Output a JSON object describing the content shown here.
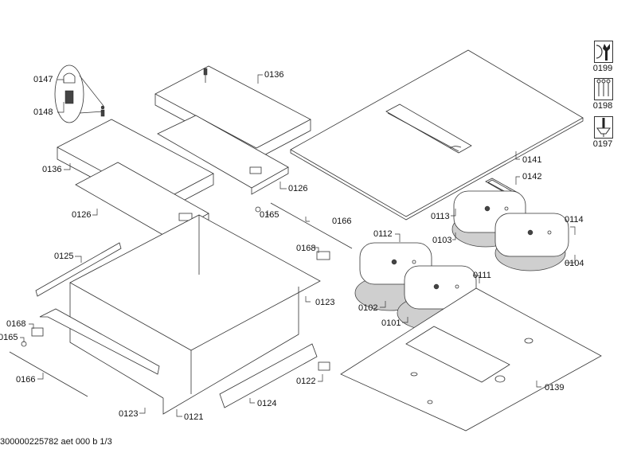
{
  "diagram": {
    "title": "Exploded parts diagram - induction hob",
    "footer_code": "300000225782 aet 000 b 1/3",
    "part_labels": [
      {
        "id": "p0147",
        "text": "0147"
      },
      {
        "id": "p0148",
        "text": "0148"
      },
      {
        "id": "p0136a",
        "text": "0136"
      },
      {
        "id": "p0136b",
        "text": "0136"
      },
      {
        "id": "p0126a",
        "text": "0126"
      },
      {
        "id": "p0126b",
        "text": "0126"
      },
      {
        "id": "p0165a",
        "text": "0165"
      },
      {
        "id": "p0166a",
        "text": "0166"
      },
      {
        "id": "p0168a",
        "text": "0168"
      },
      {
        "id": "p0125",
        "text": "0125"
      },
      {
        "id": "p0123a",
        "text": "0123"
      },
      {
        "id": "p0168b",
        "text": "0168"
      },
      {
        "id": "p0165b",
        "text": "0165"
      },
      {
        "id": "p0166b",
        "text": "0166"
      },
      {
        "id": "p0123b",
        "text": "0123"
      },
      {
        "id": "p0121",
        "text": "0121"
      },
      {
        "id": "p0124",
        "text": "0124"
      },
      {
        "id": "p0122",
        "text": "0122"
      },
      {
        "id": "p0141",
        "text": "0141"
      },
      {
        "id": "p0142",
        "text": "0142"
      },
      {
        "id": "p0113",
        "text": "0113"
      },
      {
        "id": "p0114",
        "text": "0114"
      },
      {
        "id": "p0103",
        "text": "0103"
      },
      {
        "id": "p0104",
        "text": "0104"
      },
      {
        "id": "p0112",
        "text": "0112"
      },
      {
        "id": "p0111",
        "text": "0111"
      },
      {
        "id": "p0102",
        "text": "0102"
      },
      {
        "id": "p0101",
        "text": "0101"
      },
      {
        "id": "p0139",
        "text": "0139"
      }
    ],
    "tool_icons": [
      {
        "icon": "wrench-nut-icon",
        "label": "0199"
      },
      {
        "icon": "screws-icon",
        "label": "0198"
      },
      {
        "icon": "screwdriver-torx-icon",
        "label": "0197"
      }
    ]
  }
}
